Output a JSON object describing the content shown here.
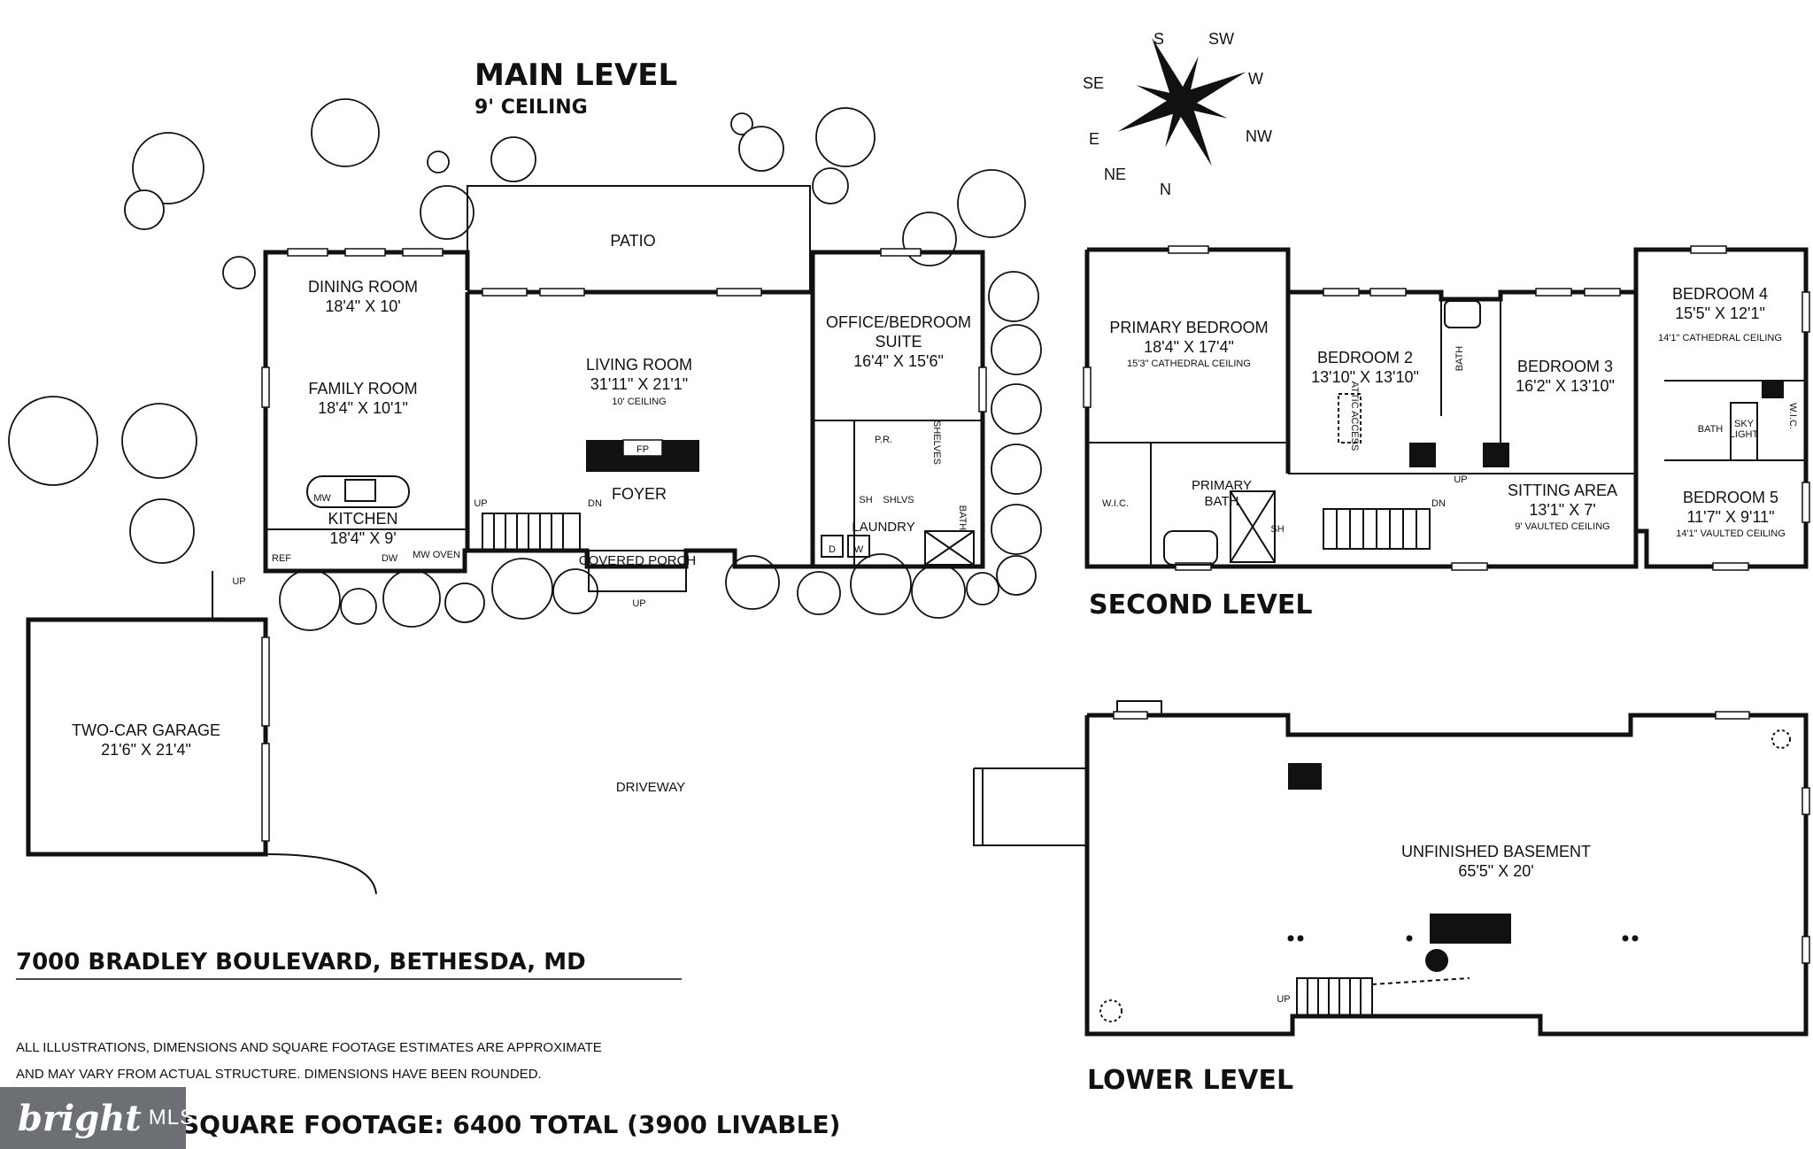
{
  "main_level": {
    "title": "MAIN LEVEL",
    "ceiling": "9' CEILING",
    "rooms": {
      "patio": "PATIO",
      "dining_name": "DINING ROOM",
      "dining_dim": "18'4\" X 10'",
      "family_name": "FAMILY ROOM",
      "family_dim": "18'4\" X 10'1\"",
      "living_name": "LIVING ROOM",
      "living_dim": "31'11\" X 21'1\"",
      "living_ceiling": "10' CEILING",
      "fp": "FP",
      "office_name_1": "OFFICE/BEDROOM",
      "office_name_2": "SUITE",
      "office_dim": "16'4\" X 15'6\"",
      "kitchen_name": "KITCHEN",
      "kitchen_dim": "18'4\" X 9'",
      "foyer": "FOYER",
      "pr": "P.R.",
      "shelves": "SHELVES",
      "laundry": "LAUNDRY",
      "bath": "BATH",
      "sh": "SH",
      "shlvs": "SHLVS",
      "d": "D",
      "w": "W",
      "mw": "MW",
      "ref": "REF",
      "dw": "DW",
      "mw_oven": "MW OVEN",
      "up": "UP",
      "dn": "DN",
      "covered_porch": "COVERED PORCH",
      "garage_name": "TWO-CAR GARAGE",
      "garage_dim": "21'6\" X 21'4\"",
      "driveway": "DRIVEWAY"
    }
  },
  "second_level": {
    "title": "SECOND LEVEL",
    "rooms": {
      "primary_name": "PRIMARY BEDROOM",
      "primary_dim": "18'4\" X 17'4\"",
      "primary_ceiling": "15'3\" CATHEDRAL CEILING",
      "bed2_name": "BEDROOM 2",
      "bed2_dim": "13'10\" X 13'10\"",
      "attic": "ATTIC ACCESS",
      "bath": "BATH",
      "bed3_name": "BEDROOM 3",
      "bed3_dim": "16'2\" X 13'10\"",
      "bed4_name": "BEDROOM 4",
      "bed4_dim": "15'5\" X 12'1\"",
      "bed4_ceiling": "14'1\" CATHEDRAL CEILING",
      "skylight_1": "SKY",
      "skylight_2": "LIGHT",
      "wic": "W.I.C.",
      "bed5_name": "BEDROOM 5",
      "bed5_dim": "11'7\" X 9'11\"",
      "bed5_ceiling": "14'1\" VAULTED CEILING",
      "sitting_name": "SITTING AREA",
      "sitting_dim": "13'1\" X 7'",
      "sitting_ceiling": "9' VAULTED CEILING",
      "primary_bath_1": "PRIMARY",
      "primary_bath_2": "BATH",
      "sh": "SH",
      "up": "UP",
      "dn": "DN"
    }
  },
  "lower_level": {
    "title": "LOWER LEVEL",
    "basement_name": "UNFINISHED BASEMENT",
    "basement_dim": "65'5\" X 20'",
    "up": "UP"
  },
  "compass": {
    "n": "N",
    "ne": "NE",
    "e": "E",
    "se": "SE",
    "s": "S",
    "sw": "SW",
    "w": "W",
    "nw": "NW"
  },
  "footer": {
    "address": "7000 BRADLEY BOULEVARD, BETHESDA, MD",
    "disclaimer_1": "ALL ILLUSTRATIONS, DIMENSIONS AND SQUARE FOOTAGE ESTIMATES ARE APPROXIMATE",
    "disclaimer_2": "AND MAY VARY FROM ACTUAL STRUCTURE. DIMENSIONS HAVE BEEN ROUNDED.",
    "square_footage": "SQUARE FOOTAGE: 6400 TOTAL (3900 LIVABLE)"
  },
  "watermark": {
    "brand": "bright",
    "suffix": "MLS"
  }
}
